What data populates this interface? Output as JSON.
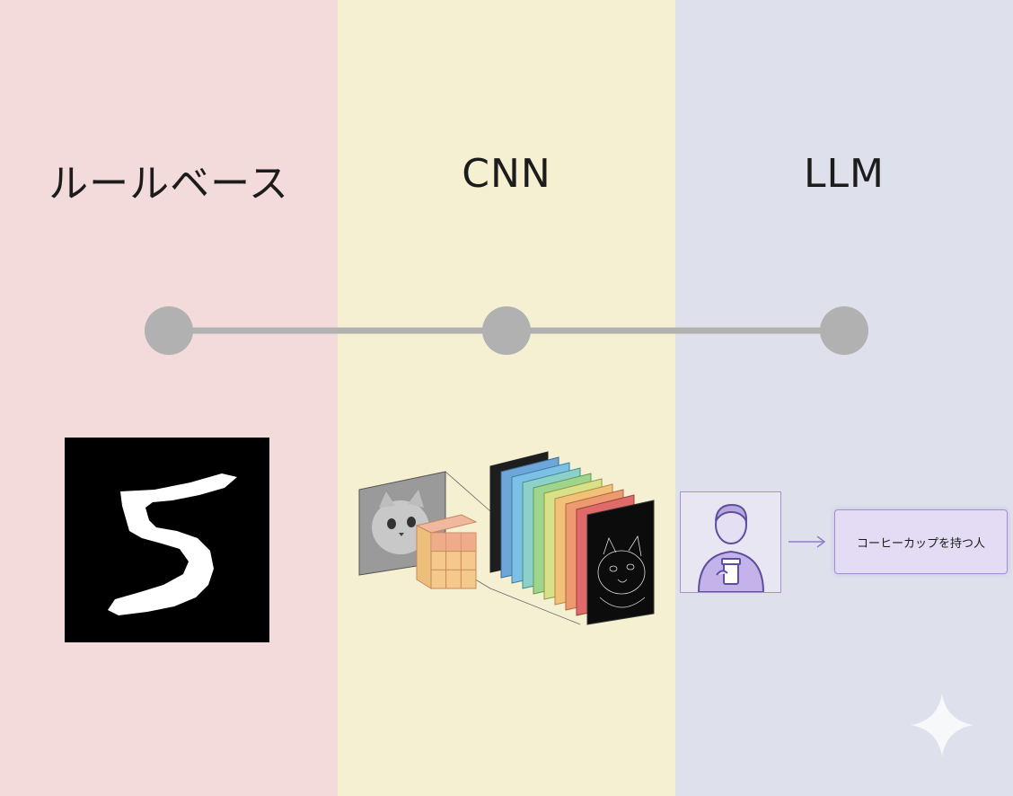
{
  "columns": [
    {
      "title": "ルールベース",
      "color": "#f3dadb"
    },
    {
      "title": "CNN",
      "color": "#f4f0d1"
    },
    {
      "title": "LLM",
      "color": "#dee1ec"
    }
  ],
  "llm": {
    "caption": "コーヒーカップを持つ人",
    "arrow_icon": "arrow-right-icon"
  },
  "timeline": {
    "node_color": "#b1b1b1",
    "line_color": "#b1b1b1"
  },
  "accent": "#a38fd8"
}
